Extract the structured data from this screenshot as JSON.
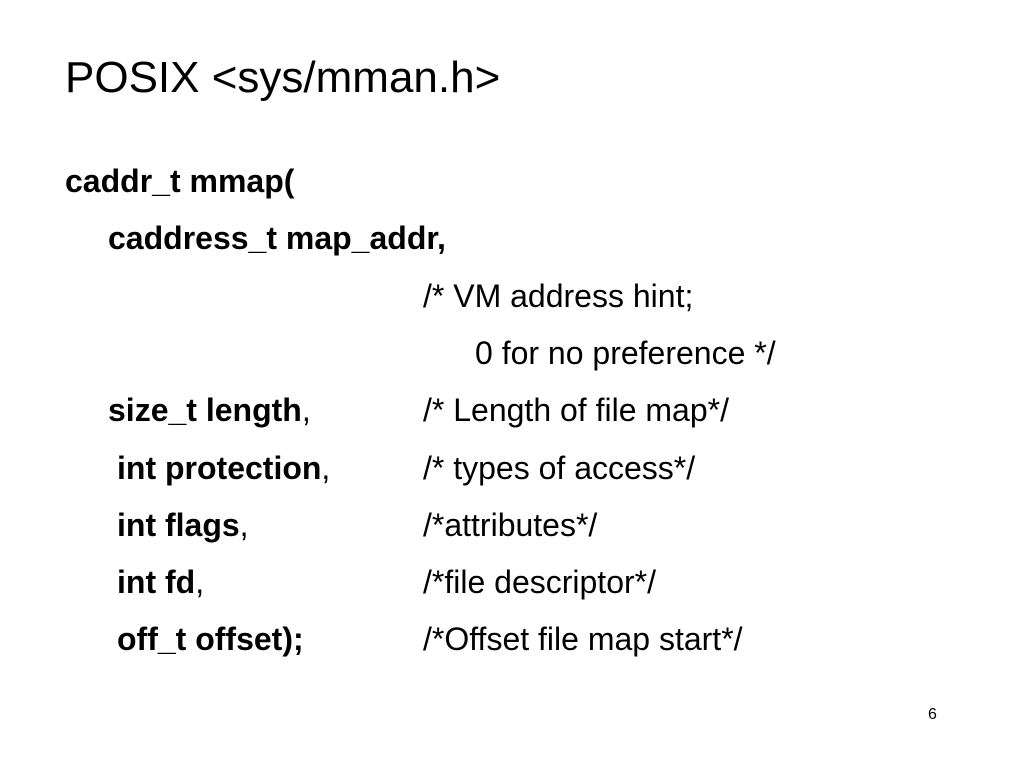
{
  "slide": {
    "title": "POSIX <sys/mman.h>",
    "code": {
      "signature": "caddr_t mmap(",
      "params": [
        {
          "decl": "caddress_t map_addr,",
          "punct": ""
        },
        {
          "decl": "size_t length",
          "punct": ","
        },
        {
          "decl": "int protection",
          "punct": ","
        },
        {
          "decl": "int flags",
          "punct": ","
        },
        {
          "decl": "int fd",
          "punct": ","
        },
        {
          "decl": "off_t offset);",
          "punct": ""
        }
      ],
      "comments": [
        "/* VM address hint;",
        "0 for no preference */",
        "/* Length of file map*/",
        "/* types of access*/",
        "/*attributes*/",
        "/*file descriptor*/",
        "/*Offset file map start*/"
      ]
    },
    "page_number": "6"
  }
}
